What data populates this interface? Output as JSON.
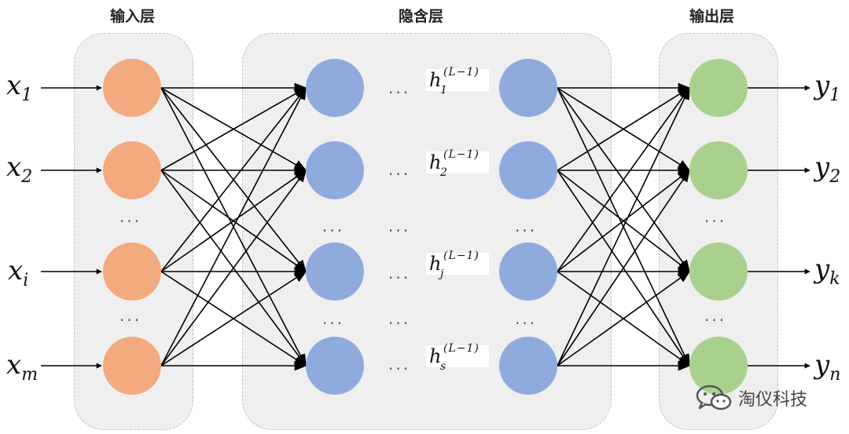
{
  "layers": {
    "input_title": "输入层",
    "hidden_title": "隐含层",
    "output_title": "输出层"
  },
  "inputs": [
    {
      "base": "x",
      "sub": "1"
    },
    {
      "base": "x",
      "sub": "2"
    },
    {
      "base": "x",
      "sub": "i"
    },
    {
      "base": "x",
      "sub": "m"
    }
  ],
  "outputs": [
    {
      "base": "y",
      "sub": "1"
    },
    {
      "base": "y",
      "sub": "2"
    },
    {
      "base": "y",
      "sub": "k"
    },
    {
      "base": "y",
      "sub": "n"
    }
  ],
  "hidden_labels": [
    {
      "base": "h",
      "sub": "1",
      "sup": "(L−1)"
    },
    {
      "base": "h",
      "sub": "2",
      "sup": "(L−1)"
    },
    {
      "base": "h",
      "sub": "j",
      "sup": "(L−1)"
    },
    {
      "base": "h",
      "sub": "s",
      "sup": "(L−1)"
    }
  ],
  "ellipsis": "···",
  "colors": {
    "input_node": "#f2aa7e",
    "hidden_node": "#8faadc",
    "output_node": "#a9d18e",
    "panel_bg": "#efefef",
    "edge": "#000000"
  },
  "watermark": {
    "text": "淘仪科技",
    "icon": "wechat-icon"
  }
}
